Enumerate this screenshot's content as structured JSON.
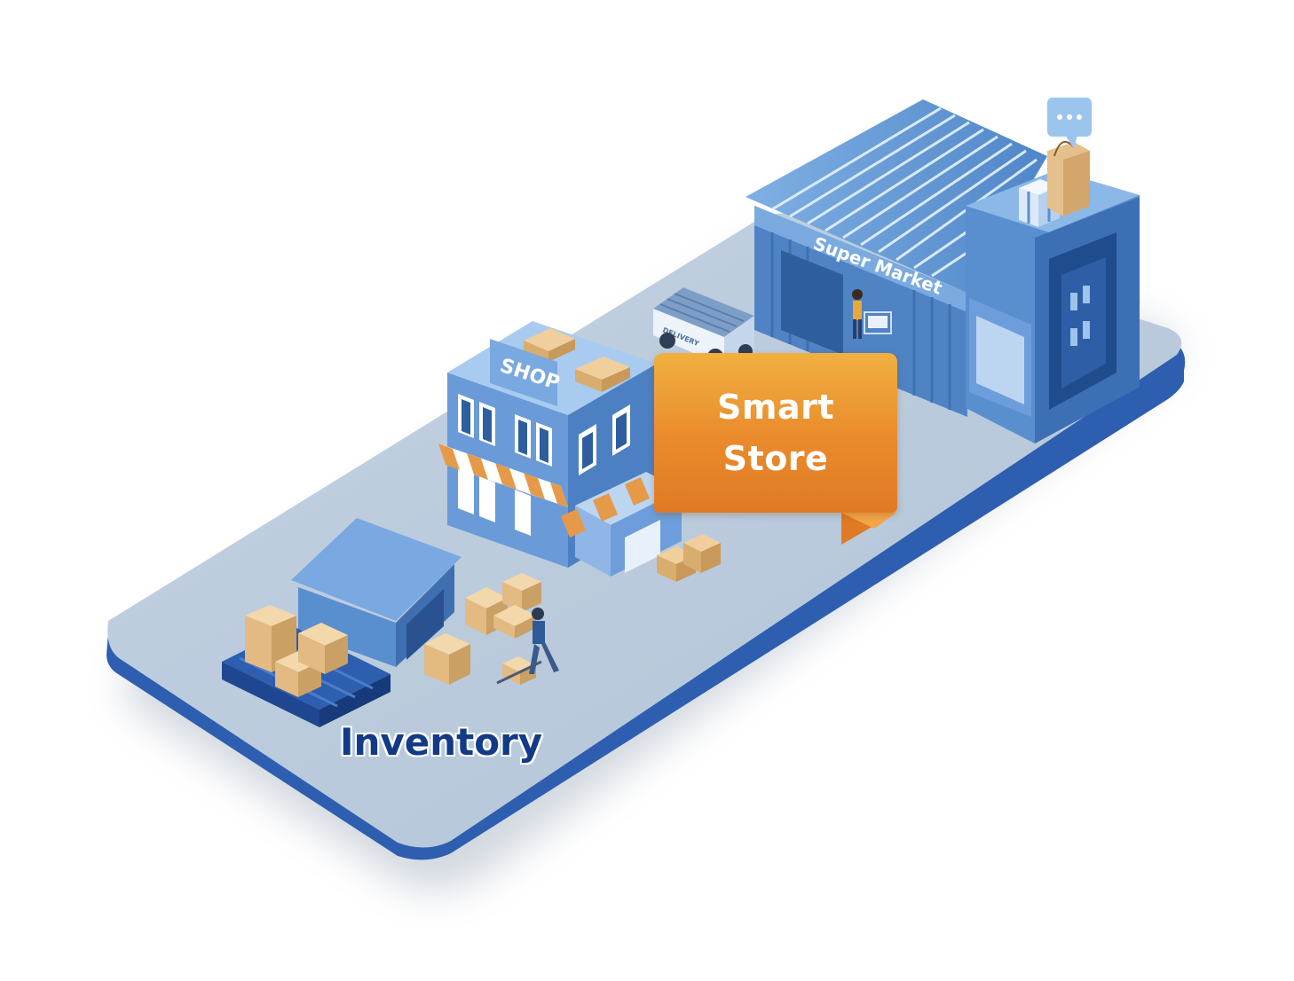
{
  "labels": {
    "smart_store_line1": "Smart",
    "smart_store_line2": "Store",
    "inventory": "Inventory",
    "shop_sign": "SHOP",
    "supermarket_sign": "Super Market",
    "truck_text": "DELIVERY"
  },
  "colors": {
    "platform_top": "#b8c9db",
    "platform_edge": "#2c5cae",
    "building_blue": "#5a8fcf",
    "building_light": "#9ec3ec",
    "accent_orange": "#ea8a2c",
    "label_navy": "#123a86",
    "box_tan": "#e6c08c"
  }
}
